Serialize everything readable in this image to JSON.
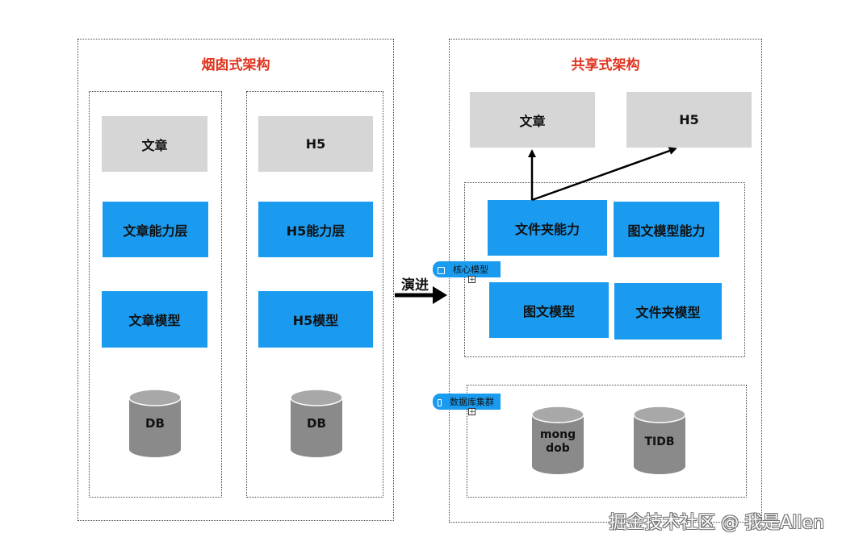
{
  "left": {
    "title": "烟囱式架构",
    "col1": {
      "top": "文章",
      "capability": "文章能力层",
      "model": "文章模型",
      "db": "DB"
    },
    "col2": {
      "top": "H5",
      "capability": "H5能力层",
      "model": "H5模型",
      "db": "DB"
    }
  },
  "evolve_label": "演进",
  "right": {
    "title": "共享式架构",
    "apps": [
      "文章",
      "H5"
    ],
    "core": {
      "tag": "核心模型",
      "items": [
        "文件夹能力",
        "图文模型能力",
        "图文模型",
        "文件夹模型"
      ]
    },
    "db_cluster": {
      "tag": "数据库集群",
      "items": [
        "mongdob",
        "TIDB"
      ]
    }
  },
  "watermark": "掘金技术社区 @ 我是Allen",
  "colors": {
    "accent_blue": "#1a9bf0",
    "title_red": "#e0351f",
    "gray_box": "#d6d6d6",
    "db_gray": "#8a8a8a"
  }
}
